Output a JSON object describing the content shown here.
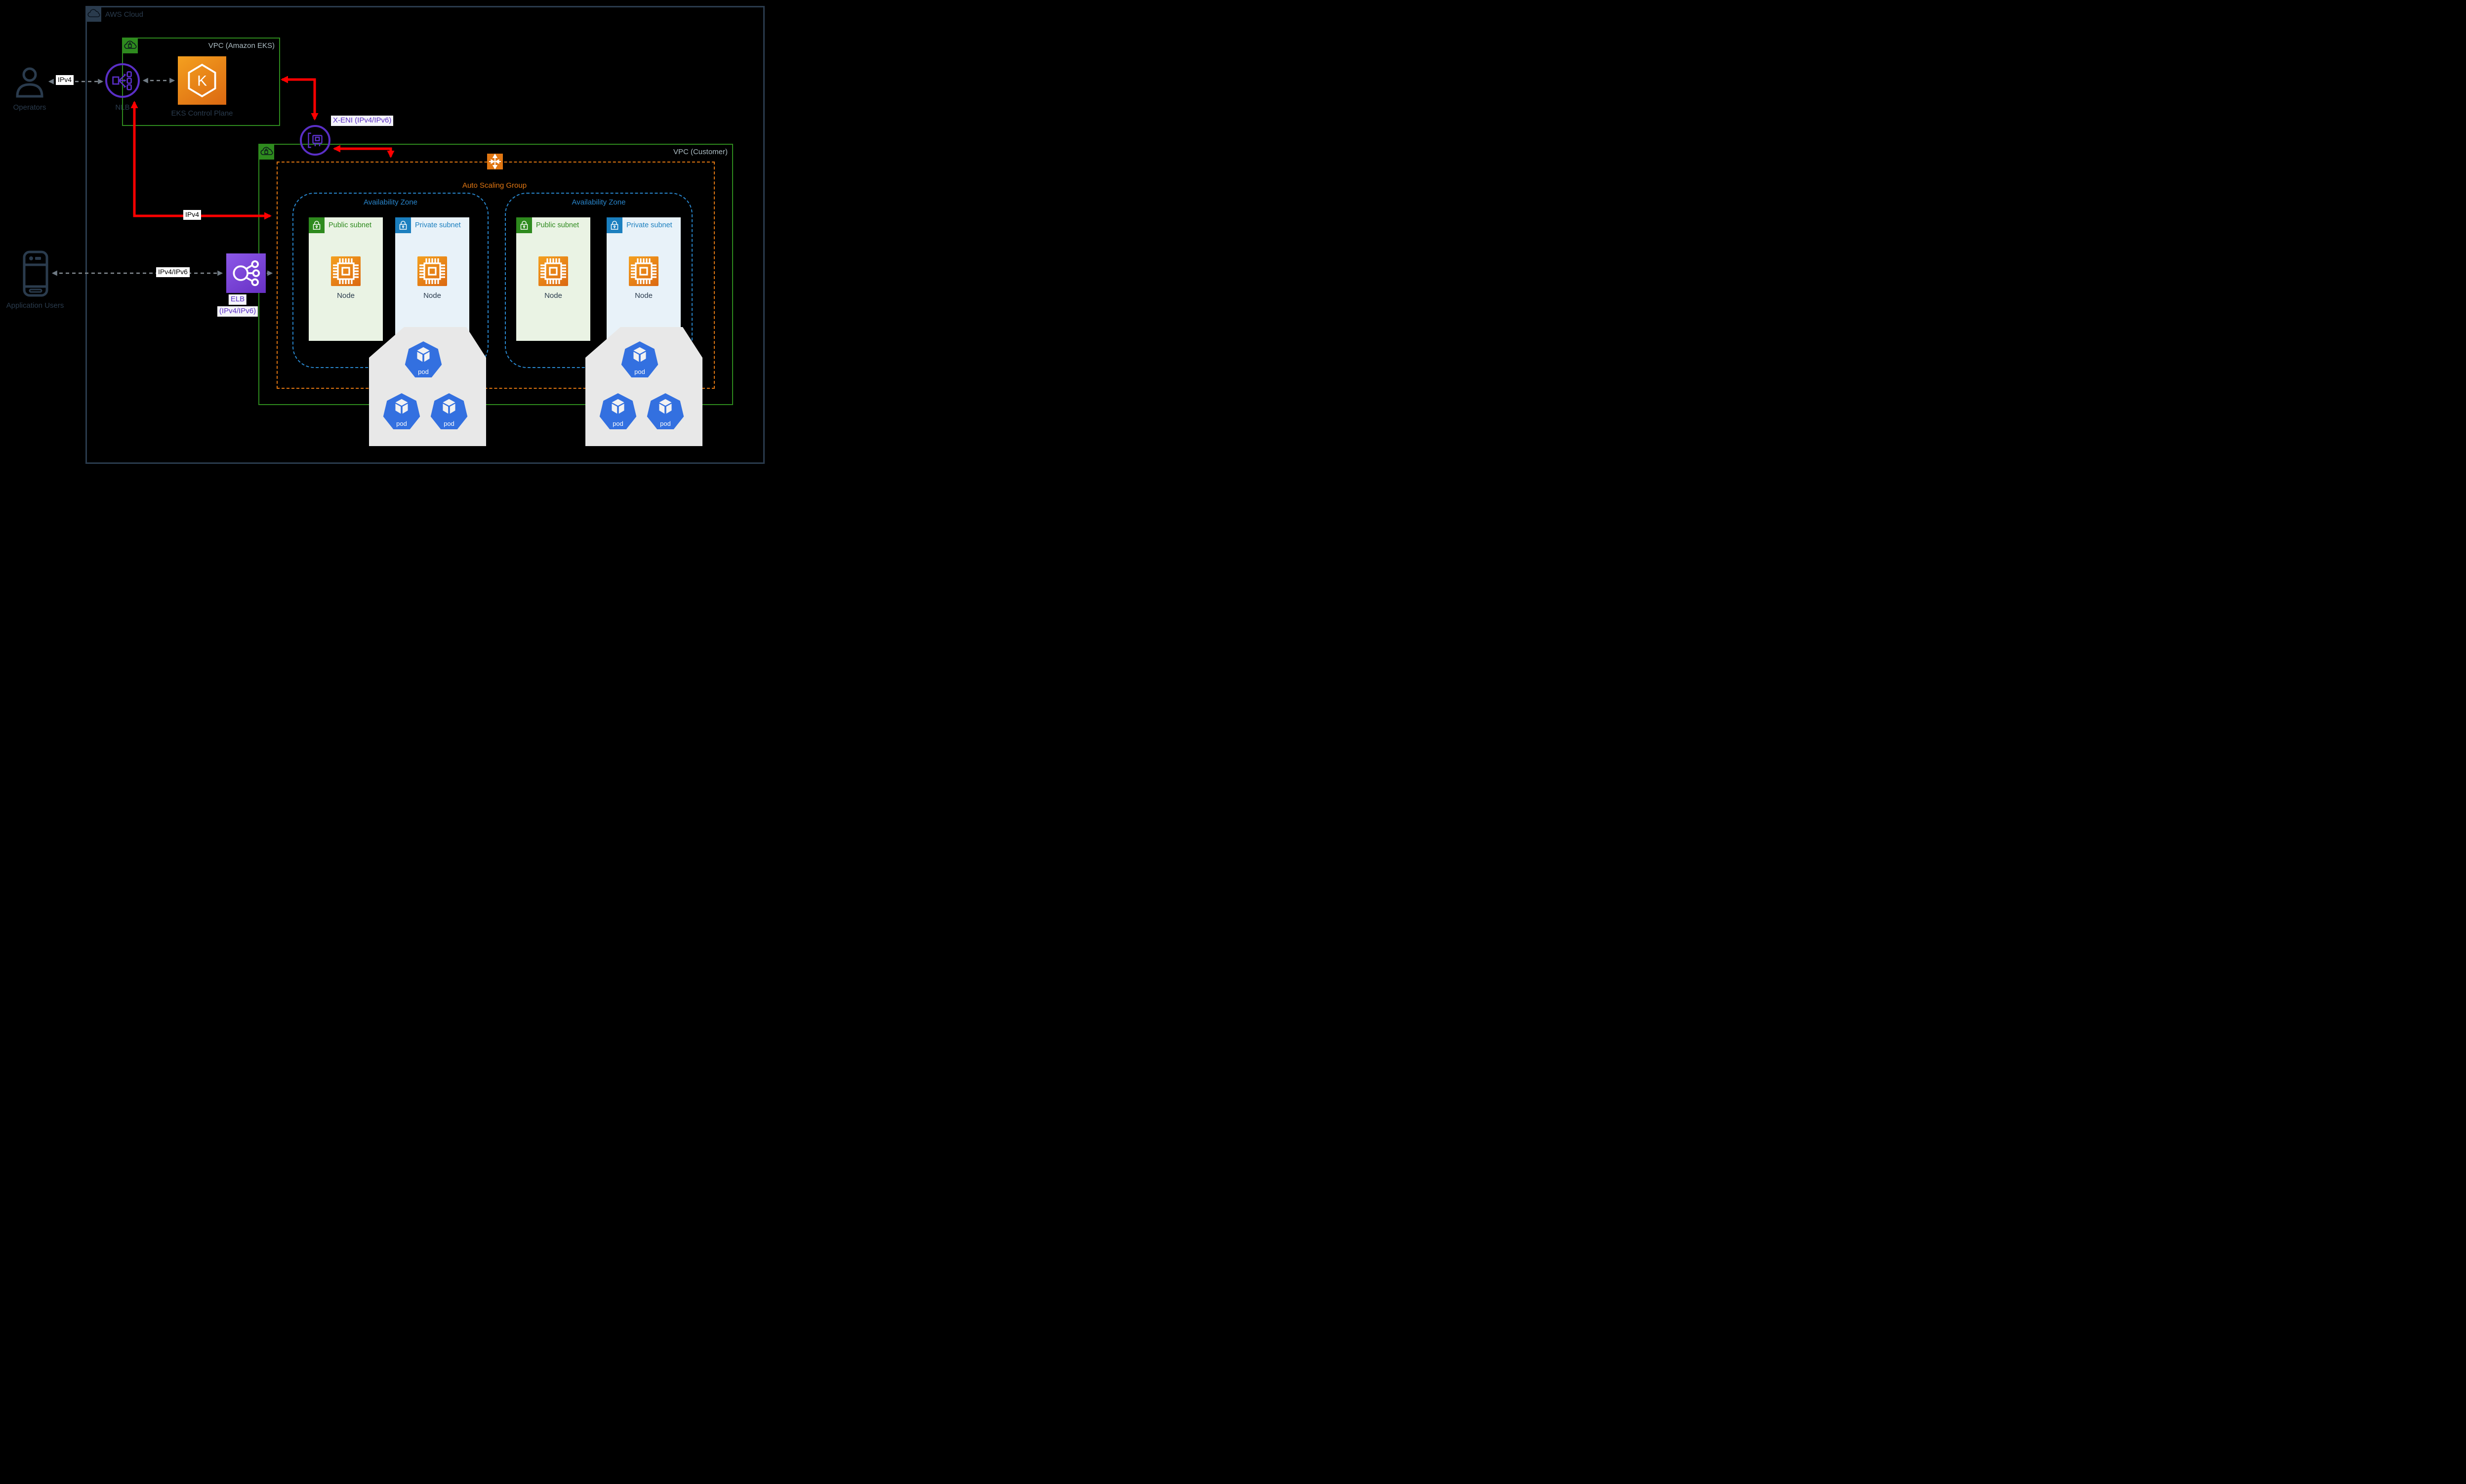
{
  "aws_cloud": {
    "label": "AWS Cloud"
  },
  "vpc_eks": {
    "label": "VPC (Amazon EKS)"
  },
  "vpc_customer": {
    "label": "VPC (Customer)"
  },
  "operators": {
    "label": "Operators",
    "arrow_label": "IPv4"
  },
  "application_users": {
    "label": "Application Users",
    "arrow_label": "IPv4/IPv6"
  },
  "nlb": {
    "label": "NLB"
  },
  "eks_control_plane": {
    "label": "EKS Control Plane",
    "logo_letter": "K"
  },
  "x_eni": {
    "label": "X-ENI (IPv4/IPv6)"
  },
  "elb": {
    "label": "ELB",
    "sublabel": "(IPv4/IPv6)"
  },
  "auto_scaling_group": {
    "label": "Auto Scaling Group"
  },
  "red_arrow_label": "IPv4",
  "availability_zones": [
    {
      "label": "Availability Zone",
      "subnets": [
        {
          "label": "Public subnet",
          "node_label": "Node"
        },
        {
          "label": "Private subnet",
          "node_label": "Node"
        }
      ]
    },
    {
      "label": "Availability Zone",
      "subnets": [
        {
          "label": "Public subnet",
          "node_label": "Node"
        },
        {
          "label": "Private subnet",
          "node_label": "Node"
        }
      ]
    }
  ],
  "pod_groups": [
    {
      "pods": [
        "pod",
        "pod",
        "pod"
      ]
    },
    {
      "pods": [
        "pod",
        "pod",
        "pod"
      ]
    }
  ],
  "colors": {
    "background": "#000000",
    "aws_border": "#2A3B4D",
    "vpc_green": "#2E8A1E",
    "asg_orange": "#E07612",
    "az_blue": "#2986CC",
    "public_subnet_bg": "#EAF3E4",
    "private_subnet_bg": "#E8F2F9",
    "private_tab_blue": "#1B7FBF",
    "node_orange_gradient": [
      "#F4A01F",
      "#DB6811"
    ],
    "purple_outline": "#5A2FC6",
    "elb_purple_gradient": [
      "#8C58E8",
      "#6730C4"
    ],
    "pod_blue": "#3370E0",
    "pod_group_gray": "#E8E8E8",
    "arrow_red": "#FF0000",
    "arrow_gray": "#848B92",
    "dark_text": "#2A3B4D",
    "vpc_label_gray": "#ACBCC3"
  }
}
